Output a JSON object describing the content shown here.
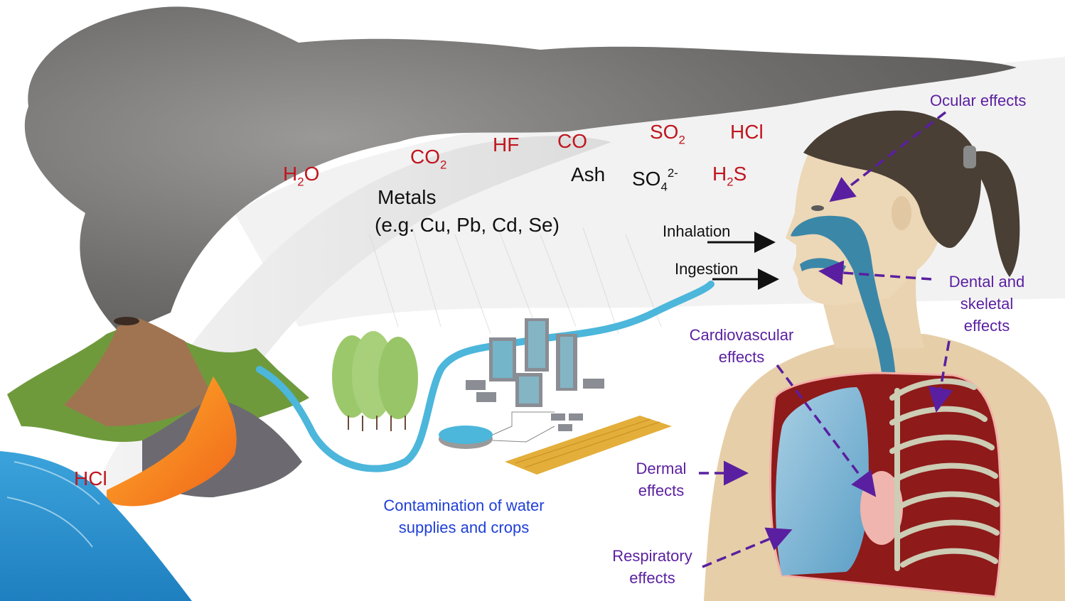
{
  "figure": {
    "title": "Volcanic emissions and human health effects",
    "colors": {
      "gas_label": "#c0161f",
      "particle_label": "#111111",
      "effect_label": "#5a1fa0",
      "water_label": "#1f3fd6",
      "plume_dark": "#6e6c6a",
      "plume_light": "#e8e8e8",
      "lava": "#f07a1a",
      "sea": "#2f8fcf",
      "airway": "#3b87a8",
      "lung_cavity": "#8e1a1a",
      "skin": "#e9d3b1",
      "hair": "#4a3f35"
    }
  },
  "gases": [
    {
      "id": "h2o",
      "base": "H",
      "sub": "2",
      "tail": "O"
    },
    {
      "id": "co2",
      "base": "CO",
      "sub": "2",
      "tail": ""
    },
    {
      "id": "hf",
      "base": "HF",
      "sub": "",
      "tail": ""
    },
    {
      "id": "co",
      "base": "CO",
      "sub": "",
      "tail": ""
    },
    {
      "id": "so2",
      "base": "SO",
      "sub": "2",
      "tail": ""
    },
    {
      "id": "hcl_plume",
      "base": "HCl",
      "sub": "",
      "tail": ""
    },
    {
      "id": "h2s",
      "base": "H",
      "sub": "2",
      "tail": "S"
    },
    {
      "id": "hcl_sea",
      "base": "HCl",
      "sub": "",
      "tail": ""
    }
  ],
  "particles": {
    "metals": "Metals",
    "metals_examples": "(e.g. Cu, Pb, Cd, Se)",
    "ash": "Ash",
    "sulfate": {
      "base": "SO",
      "sub": "4",
      "sup": "2-"
    }
  },
  "exposure_routes": {
    "inhalation": "Inhalation",
    "ingestion": "Ingestion"
  },
  "contamination": {
    "line1": "Contamination of water",
    "line2": "supplies and crops"
  },
  "effects": {
    "ocular": [
      "Ocular effects"
    ],
    "dental": [
      "Dental and",
      "skeletal",
      "effects"
    ],
    "cardio": [
      "Cardiovascular",
      "effects"
    ],
    "dermal": [
      "Dermal",
      "effects"
    ],
    "respiratory": [
      "Respiratory",
      "effects"
    ]
  }
}
